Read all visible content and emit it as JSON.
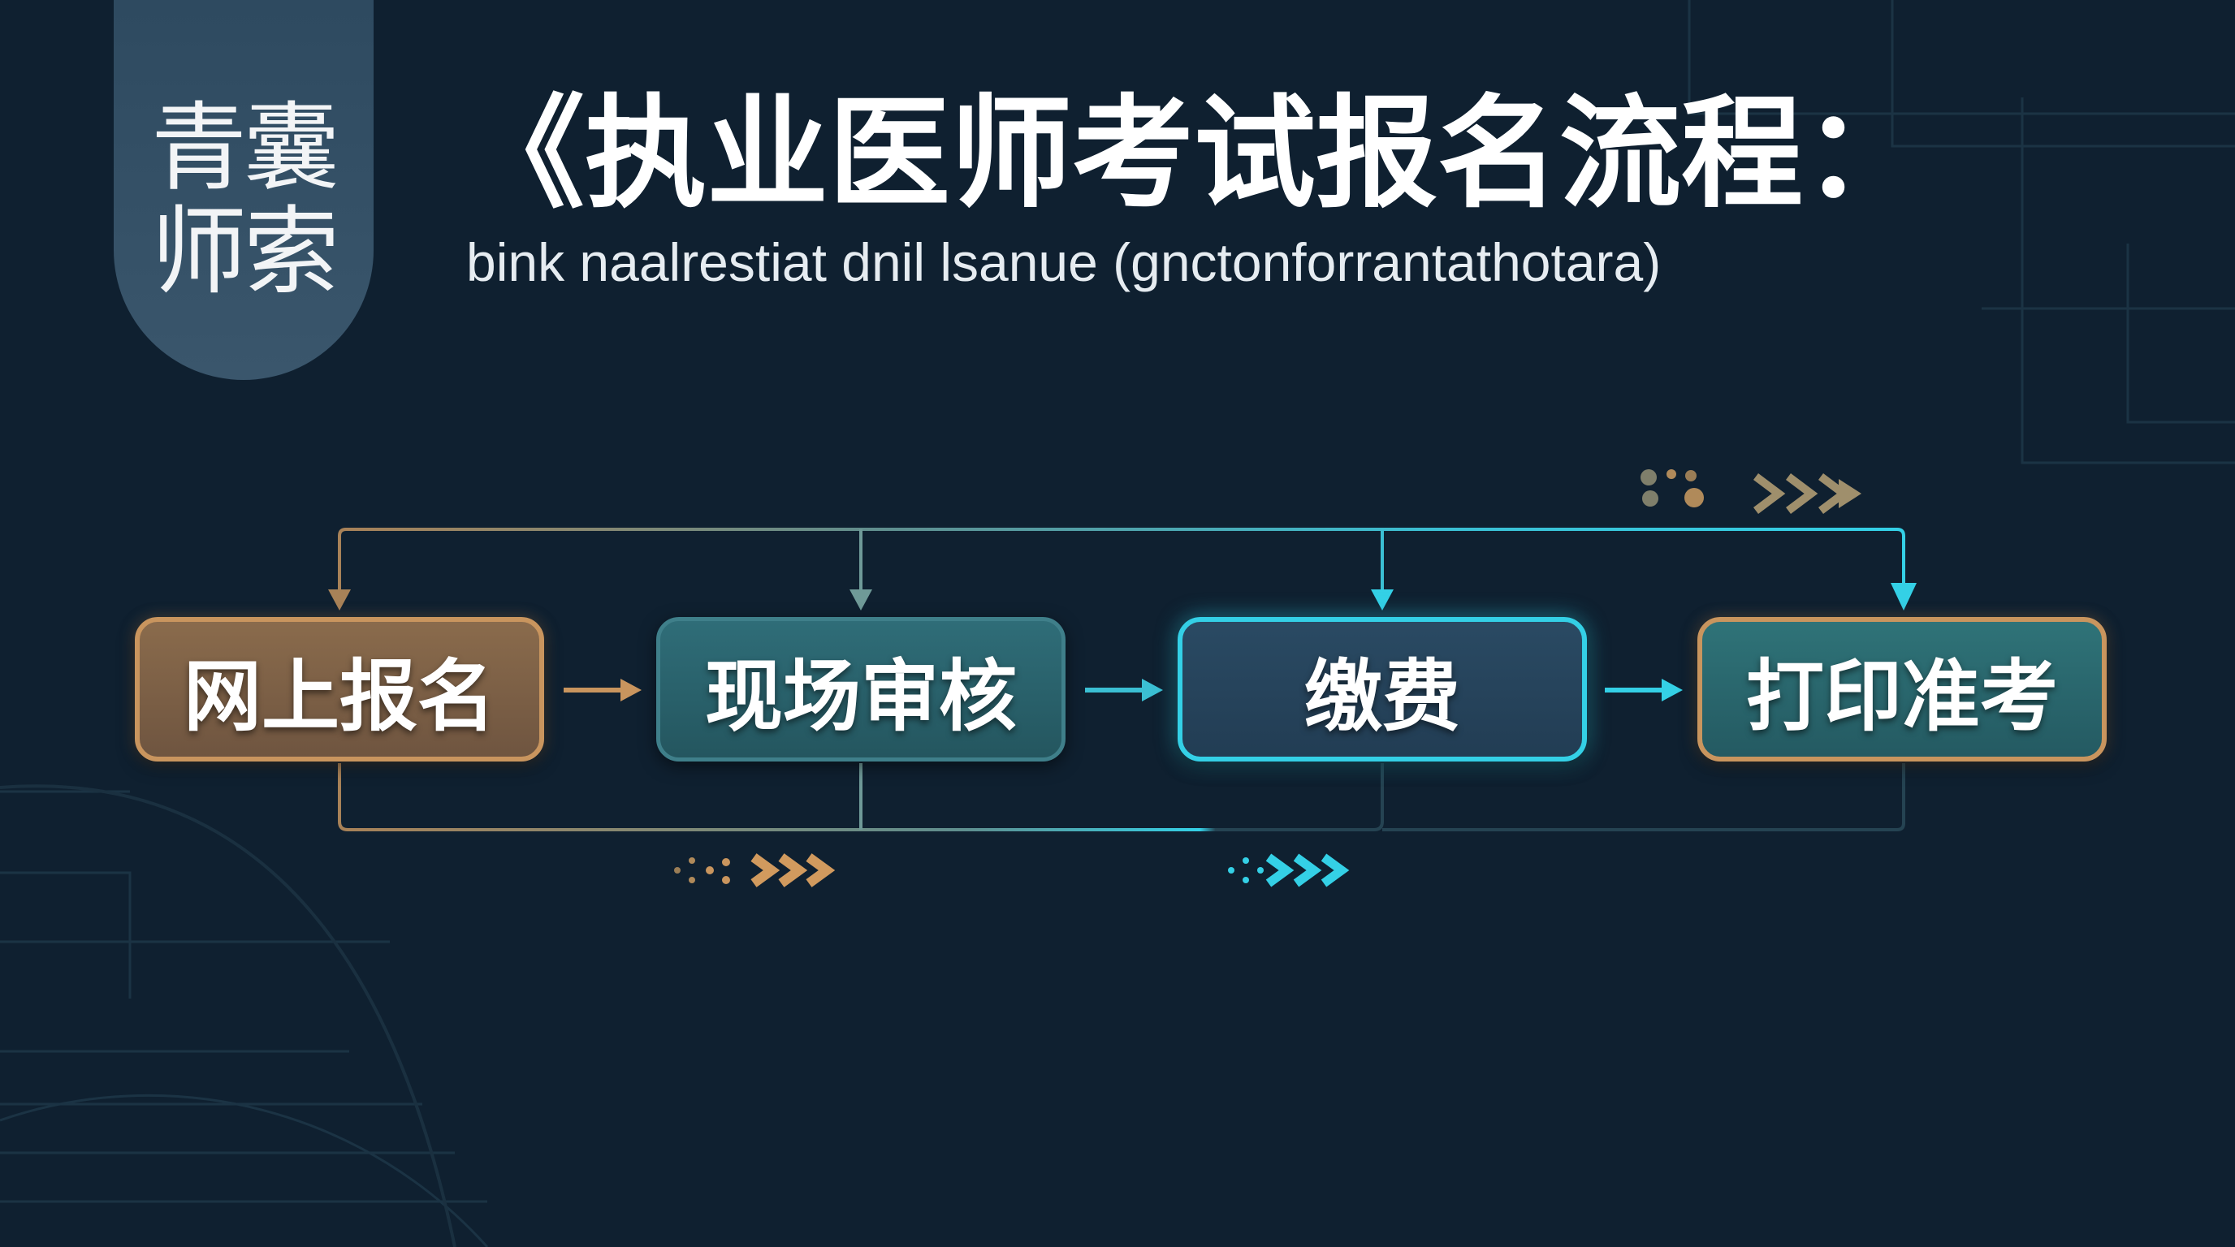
{
  "logo": {
    "line1": "青囊",
    "line2": "师索"
  },
  "header": {
    "title": "《执业医师考试报名流程：",
    "subtitle": "bink naalrestiat dnil lsanue (gnctonforrantathotara)"
  },
  "steps": [
    {
      "label": "网上报名"
    },
    {
      "label": "现场审核"
    },
    {
      "label": "缴费"
    },
    {
      "label": "打印准考"
    }
  ],
  "colors": {
    "background": "#0f2030",
    "gold_accent": "#c9955e",
    "teal_accent": "#3f7f8a",
    "cyan_accent": "#34d0e6"
  }
}
